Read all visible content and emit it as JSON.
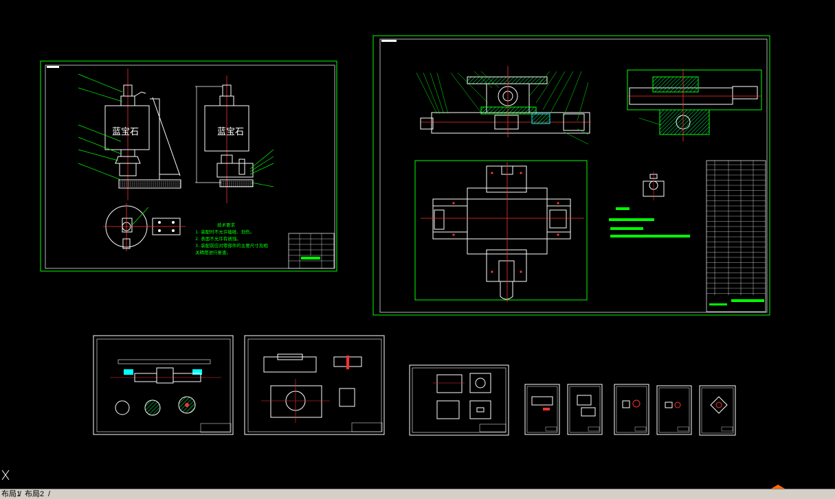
{
  "drawing": {
    "label_sapphire_left": "蓝宝石",
    "label_sapphire_right": "蓝宝石",
    "tech_req_title": "技术要求",
    "tech_req_1": "1. 装配时不允许磕碰、划伤。",
    "tech_req_2": "2. 表面不允许有锈蚀。",
    "tech_req_3a": "3. 装配前应对零部件的主要尺寸及相",
    "tech_req_3b": "关精度进行复查。"
  },
  "tabs": {
    "layout1": "布局1",
    "layout2": "布局2",
    "separator": "/"
  },
  "colors": {
    "background": "#000000",
    "border": "#00ff00",
    "line": "#ffffff",
    "center": "#ff3030",
    "text": "#00ff00",
    "hatch": "#00ff66",
    "accent": "#00ffff"
  }
}
